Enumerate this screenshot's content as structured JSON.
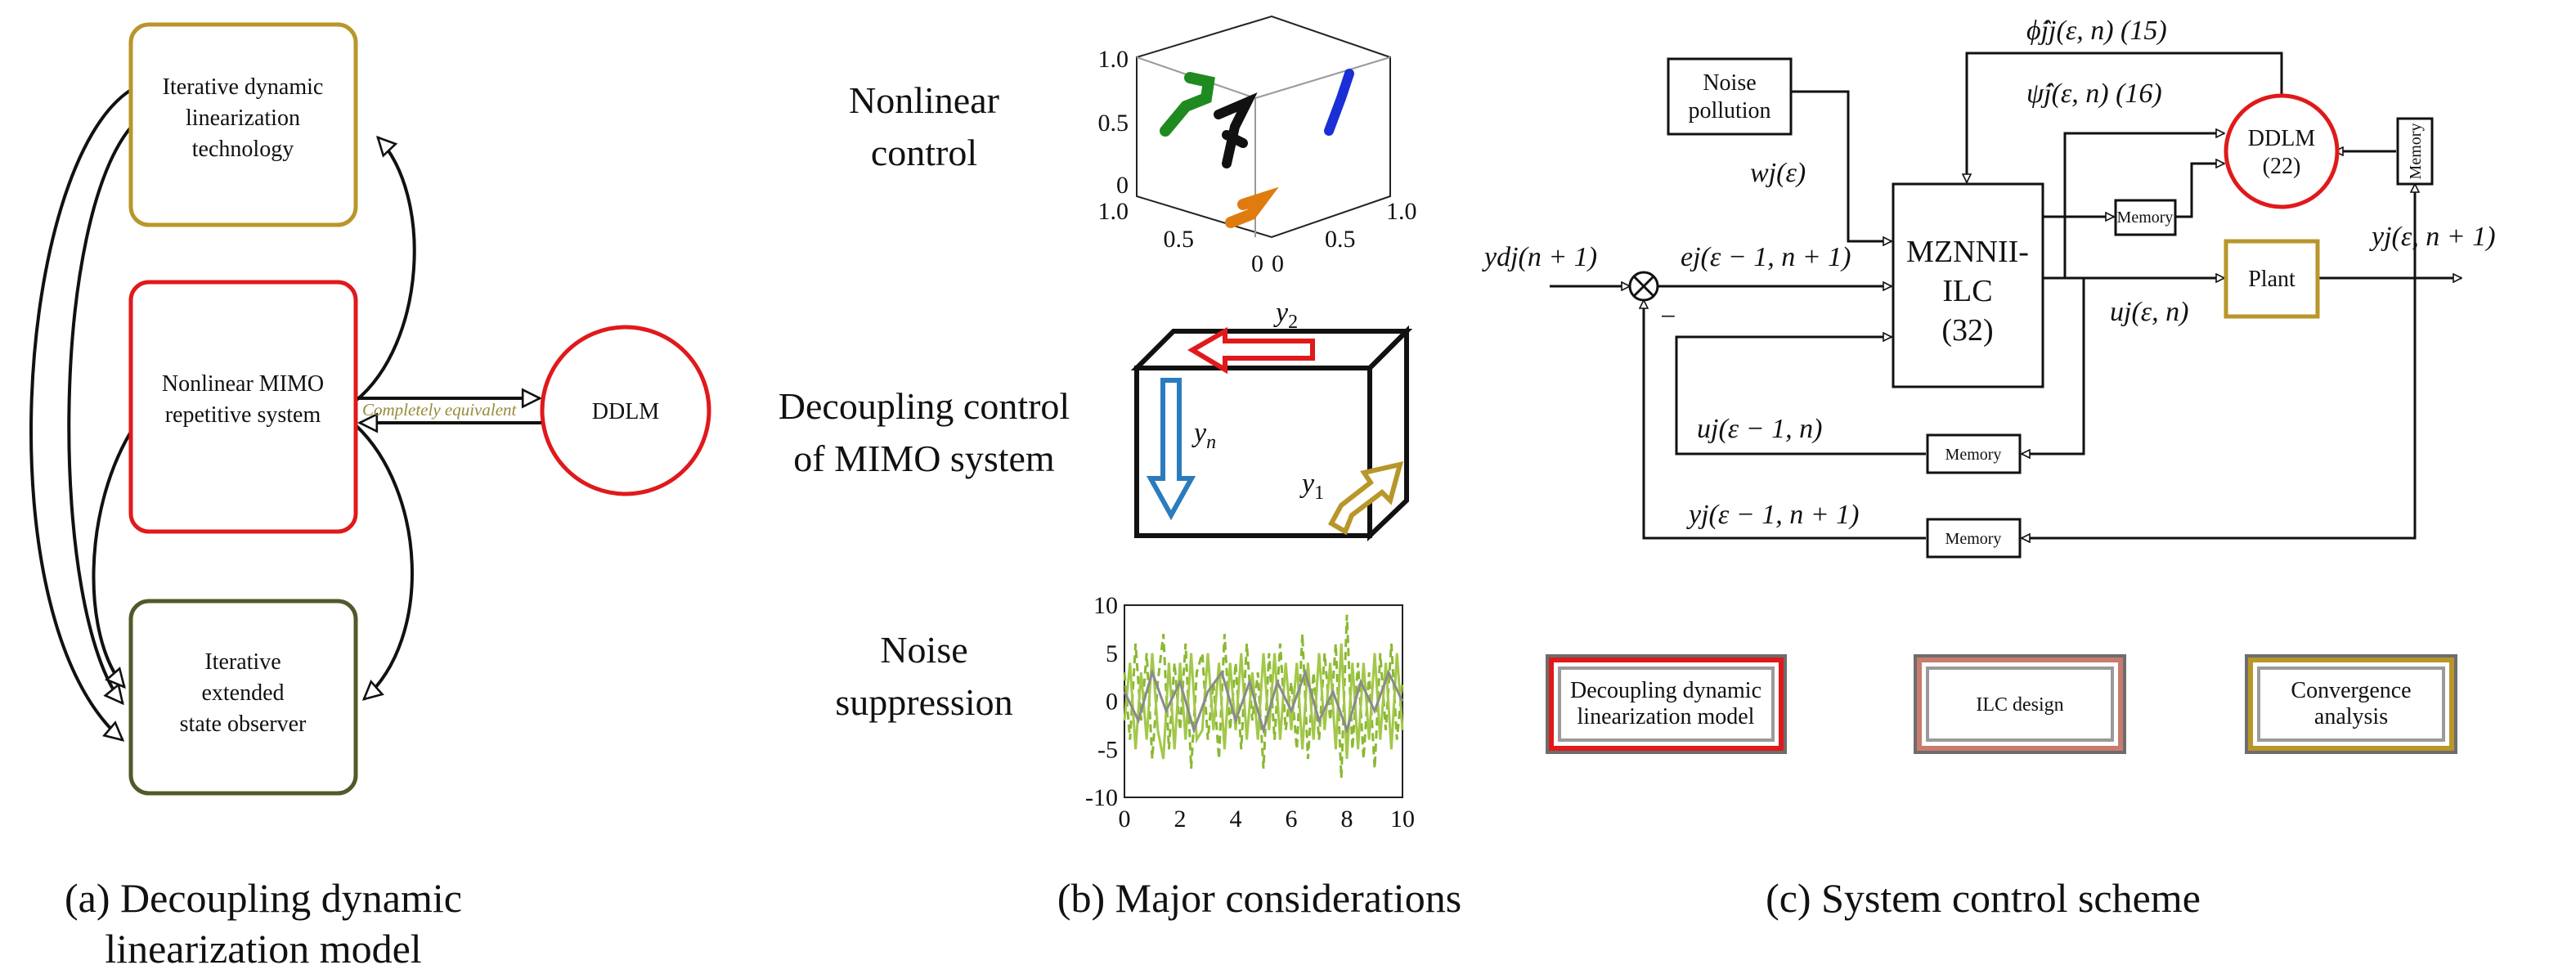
{
  "panel_a": {
    "node_top_lines": [
      "Iterative dynamic",
      "linearization",
      "technology"
    ],
    "node_mid_lines": [
      "Nonlinear MIMO",
      "repetitive system"
    ],
    "node_bot_lines": [
      "Iterative",
      "extended",
      "state observer"
    ],
    "ddlm": "DDLM",
    "equiv_label": "Completely equivalent",
    "caption_lines": [
      "(a) Decoupling dynamic",
      "linearization model"
    ]
  },
  "panel_b": {
    "label_1_lines": [
      "Nonlinear",
      "control"
    ],
    "label_2_lines": [
      "Decoupling control",
      "of MIMO system"
    ],
    "label_3_lines": [
      "Noise",
      "suppression"
    ],
    "caption": "(b) Major considerations",
    "scatter3d": {
      "z_ticks": [
        "1.0",
        "0.5",
        "0"
      ],
      "x_ticks": [
        "1.0",
        "0.5",
        "0"
      ],
      "y_ticks": [
        "0",
        "0.5",
        "1.0"
      ],
      "cluster_colors": [
        "#1f8a1f",
        "#111111",
        "#1a2fd6",
        "#e07b10"
      ]
    },
    "box_labels": {
      "y2": "y",
      "y2_sub": "2",
      "yn": "y",
      "yn_sub": "n",
      "y1": "y",
      "y1_sub": "1"
    },
    "arrow_colors": {
      "y2": "#e0191b",
      "yn": "#2b7bbf",
      "y1": "#b8962a"
    }
  },
  "chart_data": {
    "type": "line",
    "title": "",
    "xlabel": "",
    "ylabel": "",
    "xlim": [
      0,
      10
    ],
    "ylim": [
      -10,
      10
    ],
    "x_ticks": [
      "0",
      "2",
      "4",
      "6",
      "8",
      "10"
    ],
    "y_ticks": [
      "10",
      "5",
      "0",
      "-5",
      "-10"
    ],
    "series": [
      {
        "color": "#8bb832",
        "style": "dashed",
        "x": [
          0,
          0.2,
          0.4,
          0.6,
          0.8,
          1,
          1.2,
          1.4,
          1.6,
          1.8,
          2,
          2.2,
          2.4,
          2.6,
          2.8,
          3,
          3.2,
          3.4,
          3.6,
          3.8,
          4,
          4.2,
          4.4,
          4.6,
          4.8,
          5,
          5.2,
          5.4,
          5.6,
          5.8,
          6,
          6.2,
          6.4,
          6.6,
          6.8,
          7,
          7.2,
          7.4,
          7.6,
          7.8,
          8,
          8.2,
          8.4,
          8.6,
          8.8,
          9,
          9.2,
          9.4,
          9.6,
          9.8,
          10
        ],
        "y": [
          3,
          -4,
          6,
          -2,
          5,
          -6,
          2,
          7,
          -5,
          4,
          -3,
          6,
          -7,
          3,
          5,
          -4,
          2,
          -6,
          7,
          -3,
          4,
          -5,
          6,
          -2,
          3,
          -7,
          5,
          -4,
          6,
          -3,
          2,
          -5,
          7,
          -6,
          3,
          -4,
          5,
          -2,
          6,
          -8,
          9,
          -5,
          4,
          -6,
          3,
          -7,
          5,
          -3,
          6,
          -4,
          2
        ]
      },
      {
        "color": "#a3c84a",
        "style": "solid",
        "x": [
          0,
          0.2,
          0.4,
          0.6,
          0.8,
          1,
          1.2,
          1.4,
          1.6,
          1.8,
          2,
          2.2,
          2.4,
          2.6,
          2.8,
          3,
          3.2,
          3.4,
          3.6,
          3.8,
          4,
          4.2,
          4.4,
          4.6,
          4.8,
          5,
          5.2,
          5.4,
          5.6,
          5.8,
          6,
          6.2,
          6.4,
          6.6,
          6.8,
          7,
          7.2,
          7.4,
          7.6,
          7.8,
          8,
          8.2,
          8.4,
          8.6,
          8.8,
          9,
          9.2,
          9.4,
          9.6,
          9.8,
          10
        ],
        "y": [
          -2,
          4,
          -5,
          3,
          -4,
          5,
          -3,
          -6,
          4,
          -5,
          4,
          -4,
          5,
          -4,
          -3,
          5,
          -3,
          4,
          -5,
          4,
          -3,
          5,
          -4,
          3,
          -4,
          5,
          -3,
          5,
          -4,
          4,
          -3,
          4,
          -5,
          4,
          -4,
          5,
          -3,
          4,
          -5,
          6,
          -6,
          4,
          -5,
          4,
          -4,
          5,
          -4,
          4,
          -5,
          5,
          -3
        ]
      },
      {
        "color": "#8a8a8a",
        "style": "solid",
        "x": [
          0,
          0.5,
          1,
          1.5,
          2,
          2.5,
          3,
          3.5,
          4,
          4.5,
          5,
          5.5,
          6,
          6.5,
          7,
          7.5,
          8,
          8.5,
          9,
          9.5,
          10
        ],
        "y": [
          1,
          -2,
          3,
          -1,
          2,
          -3,
          1,
          3,
          -2,
          2,
          -3,
          2,
          -1,
          3,
          -2,
          1,
          -3,
          2,
          -1,
          3,
          0
        ]
      }
    ]
  },
  "panel_c": {
    "noise_lines": [
      "Noise",
      "pollution"
    ],
    "mzn_lines": [
      "MZNNII-",
      "ILC",
      "(32)"
    ],
    "ddlm_lines": [
      "DDLM",
      "(22)"
    ],
    "plant": "Plant",
    "memory": "Memory",
    "lab_phi": "ϕ̂jj(ε, n) (15)",
    "lab_psi": "ψ̂j(ε, n) (16)",
    "lab_w": "wj(ε)",
    "lab_ydj": "ydj(n + 1)",
    "lab_ej": "ej(ε − 1, n + 1)",
    "lab_minus": "−",
    "lab_uj": "uj(ε, n)",
    "lab_yj": "yj(ε, n + 1)",
    "lab_uj_prev": "uj(ε − 1, n)",
    "lab_yj_prev": "yj(ε − 1, n + 1)",
    "legend": [
      {
        "lines": [
          "Decoupling dynamic",
          "linearization model"
        ],
        "color": "#e0191b"
      },
      {
        "lines": [
          "ILC design"
        ],
        "color": "#c97b6e"
      },
      {
        "lines": [
          "Convergence",
          "analysis"
        ],
        "color": "#b8962a"
      }
    ],
    "caption": "(c) System control scheme"
  }
}
